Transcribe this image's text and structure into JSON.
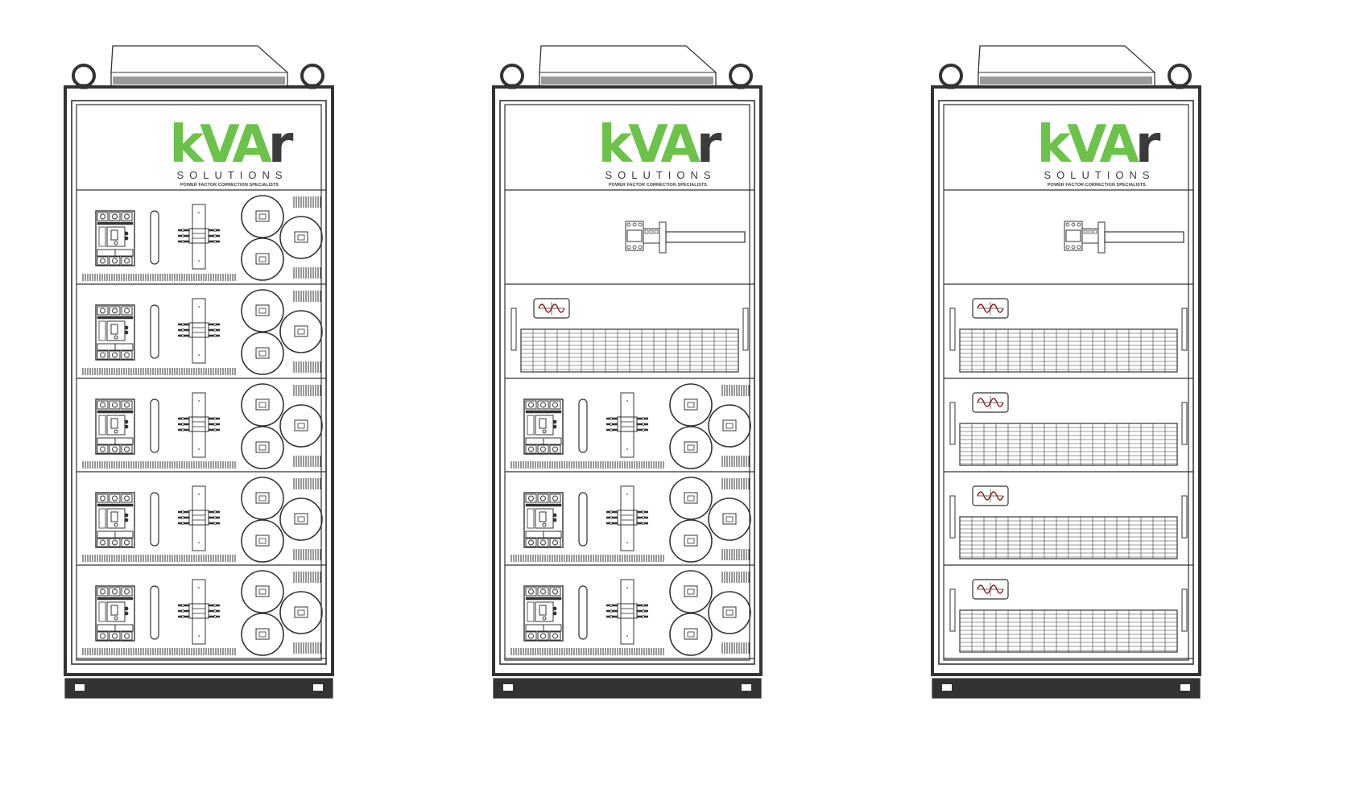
{
  "brand": {
    "logo_k": "k",
    "logo_va": "VA",
    "logo_r": "r",
    "subtitle": "SOLUTIONS",
    "tagline": "POWER FACTOR CORRECTION SPECIALISTS",
    "logo_green": "#6cc24a",
    "logo_dark": "#3b3b3b"
  },
  "cabinets": [
    {
      "id": "cabinet-1",
      "top_module": "logo",
      "modules": [
        "capacitor-step",
        "capacitor-step",
        "capacitor-step",
        "capacitor-step",
        "capacitor-step"
      ]
    },
    {
      "id": "cabinet-2",
      "top_module": "logo",
      "modules": [
        "isolator-switch",
        "reactor-vent",
        "capacitor-step",
        "capacitor-step",
        "capacitor-step"
      ]
    },
    {
      "id": "cabinet-3",
      "top_module": "logo",
      "modules": [
        "isolator-switch",
        "reactor-vent",
        "reactor-vent",
        "reactor-vent",
        "reactor-vent"
      ]
    }
  ],
  "colors": {
    "line": "#333333",
    "plinth": "#333333",
    "background": "#ffffff"
  }
}
